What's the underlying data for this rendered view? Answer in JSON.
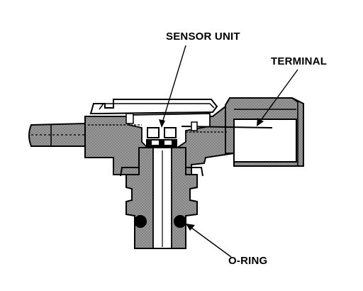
{
  "labels": {
    "sensor_unit": "SENSOR UNIT",
    "terminal": "TERMINAL",
    "o_ring": "O-RING"
  },
  "colors": {
    "ink": "#000000",
    "shade": "#8a8a8a",
    "background": "#ffffff"
  }
}
